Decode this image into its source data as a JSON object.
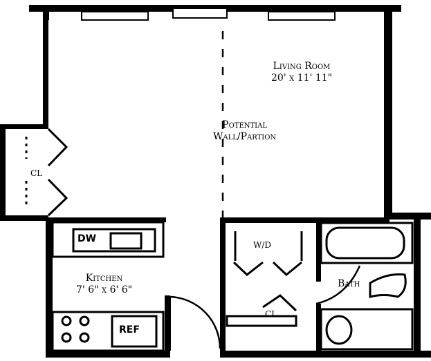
{
  "rooms": {
    "living": {
      "name": "Living Room",
      "dims": "20' x 11' 11\""
    },
    "partition": {
      "line1": "Potential",
      "line2": "Wall/Partion"
    },
    "closet_left": {
      "name": "CL"
    },
    "kitchen": {
      "name": "Kitchen",
      "dims": "7' 6\" x 6' 6\""
    },
    "wd": {
      "name": "W/D"
    },
    "bath": {
      "name": "Bath"
    },
    "closet_bottom": {
      "name": "CL"
    }
  },
  "appliances": {
    "dishwasher": "DW",
    "refrigerator": "REF"
  },
  "colors": {
    "ink": "#000000",
    "paper": "#ffffff"
  }
}
